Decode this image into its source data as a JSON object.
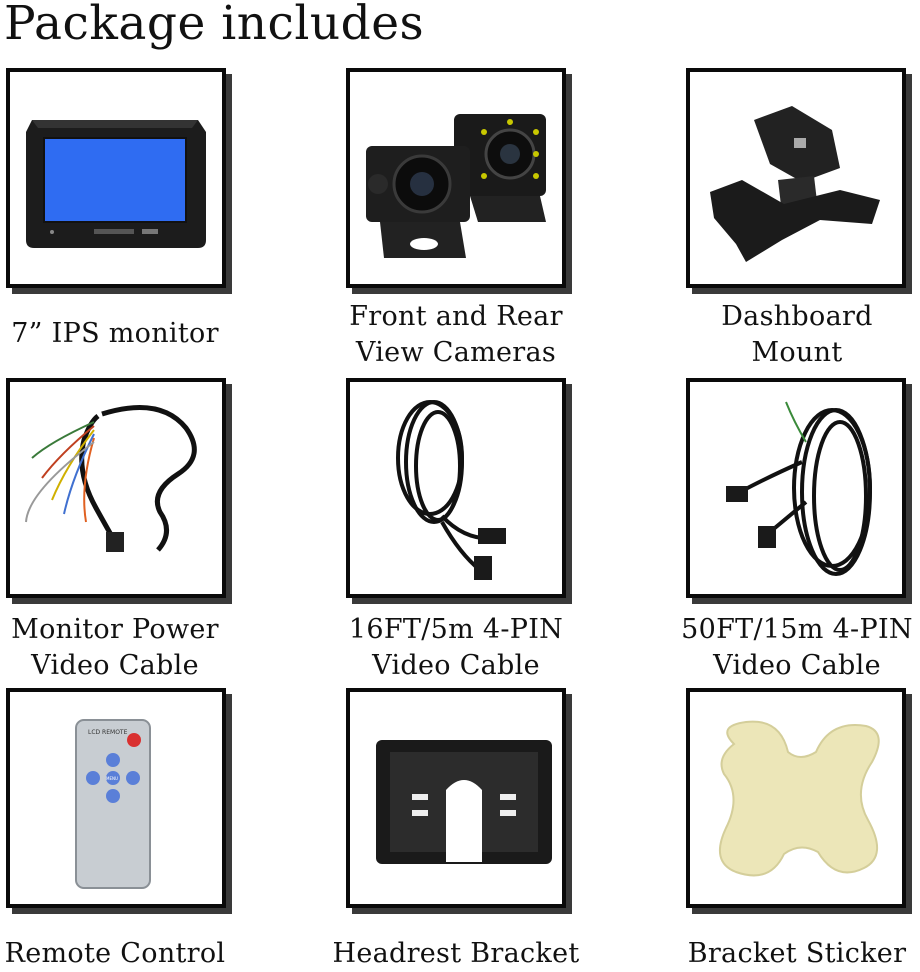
{
  "heading": "Package includes",
  "items": [
    {
      "line1": "7” IPS monitor",
      "line2": "",
      "icon": "monitor-icon"
    },
    {
      "line1": "Front and Rear",
      "line2": "View Cameras",
      "icon": "camera-icon"
    },
    {
      "line1": "Dashboard",
      "line2": "Mount",
      "icon": "mount-icon"
    },
    {
      "line1": "Monitor Power",
      "line2": "Video Cable",
      "icon": "power-cable-icon"
    },
    {
      "line1": "16FT/5m 4-PIN",
      "line2": "Video Cable",
      "icon": "cable-icon"
    },
    {
      "line1": "50FT/15m 4-PIN",
      "line2": "Video Cable",
      "icon": "cable-icon"
    },
    {
      "line1": "Remote Control",
      "line2": "",
      "icon": "remote-icon"
    },
    {
      "line1": "Headrest Bracket",
      "line2": "",
      "icon": "bracket-icon"
    },
    {
      "line1": "Bracket Sticker",
      "line2": "",
      "icon": "sticker-icon"
    }
  ],
  "remote": {
    "brand_text": "LCD REMOTE",
    "menu_text": "MENU"
  }
}
